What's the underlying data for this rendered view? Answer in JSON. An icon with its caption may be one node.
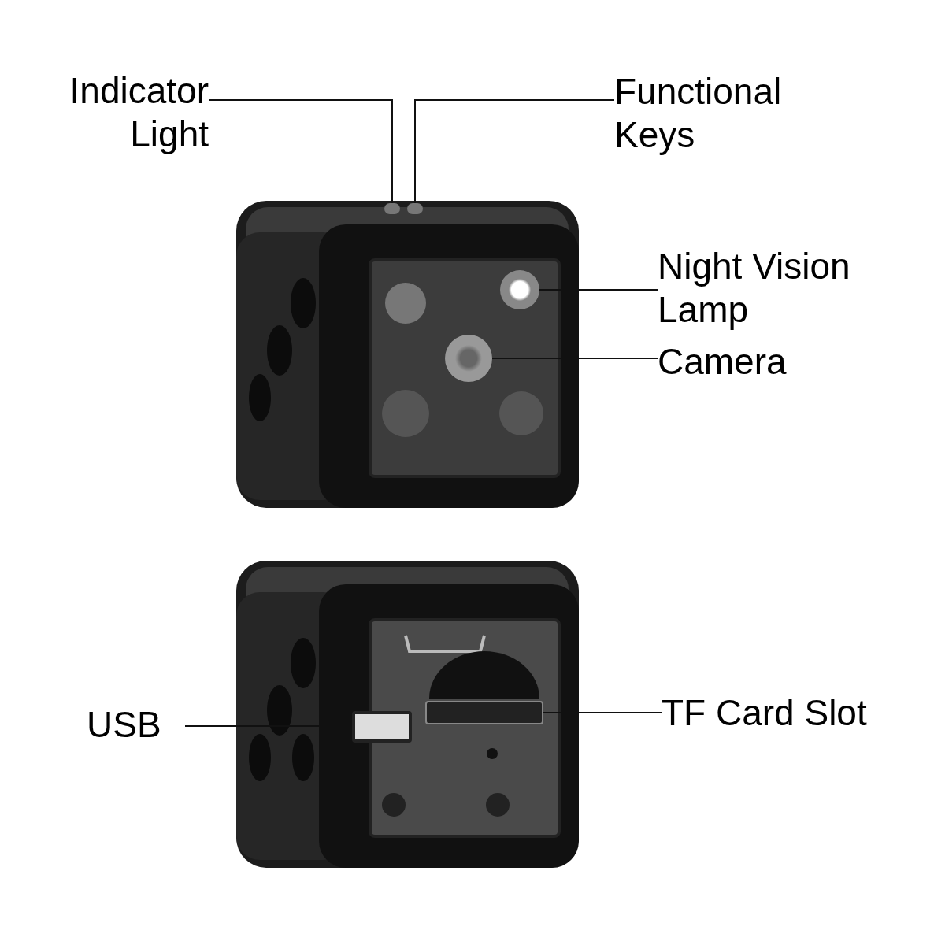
{
  "diagram": {
    "nodes": [
      {
        "text": [
          "Indicator Light"
        ]
      },
      {
        "text": [
          "Functional Keys"
        ]
      },
      {
        "text": [
          "Night Vision Lamp"
        ]
      },
      {
        "text": [
          "Camera"
        ]
      },
      {
        "text": [
          "USB"
        ]
      },
      {
        "text": [
          "TF Card Slot"
        ]
      },
      {
        "text": [],
        "shape": "circle"
      },
      {
        "text": [],
        "shape": "circle"
      },
      {
        "text": [],
        "shape": "circle"
      },
      {
        "text": [],
        "shape": "circle"
      },
      {
        "text": [],
        "shape": "box"
      },
      {
        "text": [],
        "shape": "box"
      }
    ],
    "edges": [
      {
        "from": 0,
        "to": 6,
        "arrow": "none"
      },
      {
        "from": 1,
        "to": 7,
        "arrow": "none"
      },
      {
        "from": 2,
        "to": 8,
        "arrow": "none"
      },
      {
        "from": 3,
        "to": 9,
        "arrow": "none"
      },
      {
        "from": 4,
        "to": 10,
        "arrow": "none"
      },
      {
        "from": 5,
        "to": 11,
        "arrow": "none"
      }
    ]
  }
}
